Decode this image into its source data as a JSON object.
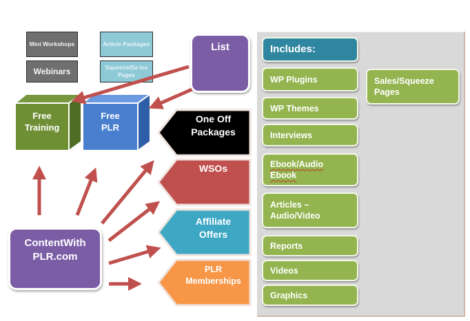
{
  "colors": {
    "gray_box": "#6f6f6f",
    "teal_box": "#8ec9d6",
    "green_cube": "#6f8f35",
    "blue_cube": "#4a7fcf",
    "purple": "#7b5da6",
    "arrow": "#c0504d",
    "black_pentagon": "#000000",
    "red_pentagon": "#c0504d",
    "blue_pentagon": "#3ea8c4",
    "orange_pentagon": "#f79646",
    "panel": "#d9d9d9",
    "chip_green": "#93b44f",
    "chip_header": "#2f86a0"
  },
  "top_boxes": {
    "mini_workshops": "Mini Workshops",
    "webinars": "Webinars",
    "article_packages": "Article Packages",
    "squeeze_sales_pages": "Squeeze/Sa les Pages"
  },
  "cubes": {
    "free_training": [
      "Free",
      "Training"
    ],
    "free_plr": [
      "Free",
      "PLR"
    ]
  },
  "list_box": "List",
  "source_box": [
    "ContentWith",
    "PLR.com"
  ],
  "pentagons": [
    {
      "id": "one-off-packages",
      "lines": [
        "One Off",
        "Packages"
      ]
    },
    {
      "id": "wsos",
      "lines": [
        "WSOs"
      ]
    },
    {
      "id": "affiliate-offers",
      "lines": [
        "Affiliate",
        "Offers"
      ]
    },
    {
      "id": "plr-memberships",
      "lines": [
        "PLR",
        "Memberships"
      ]
    }
  ],
  "includes": {
    "header": "Includes:",
    "items": [
      [
        "WP Plugins"
      ],
      [
        "WP Themes"
      ],
      [
        "Interviews"
      ],
      [
        "Ebook/Audio",
        "Ebook"
      ],
      [
        "Articles –",
        "Audio/Video"
      ],
      [
        "Reports"
      ],
      [
        "Videos"
      ],
      [
        "Graphics"
      ]
    ],
    "side_item": [
      "Sales/Squeeze",
      "Pages"
    ]
  }
}
